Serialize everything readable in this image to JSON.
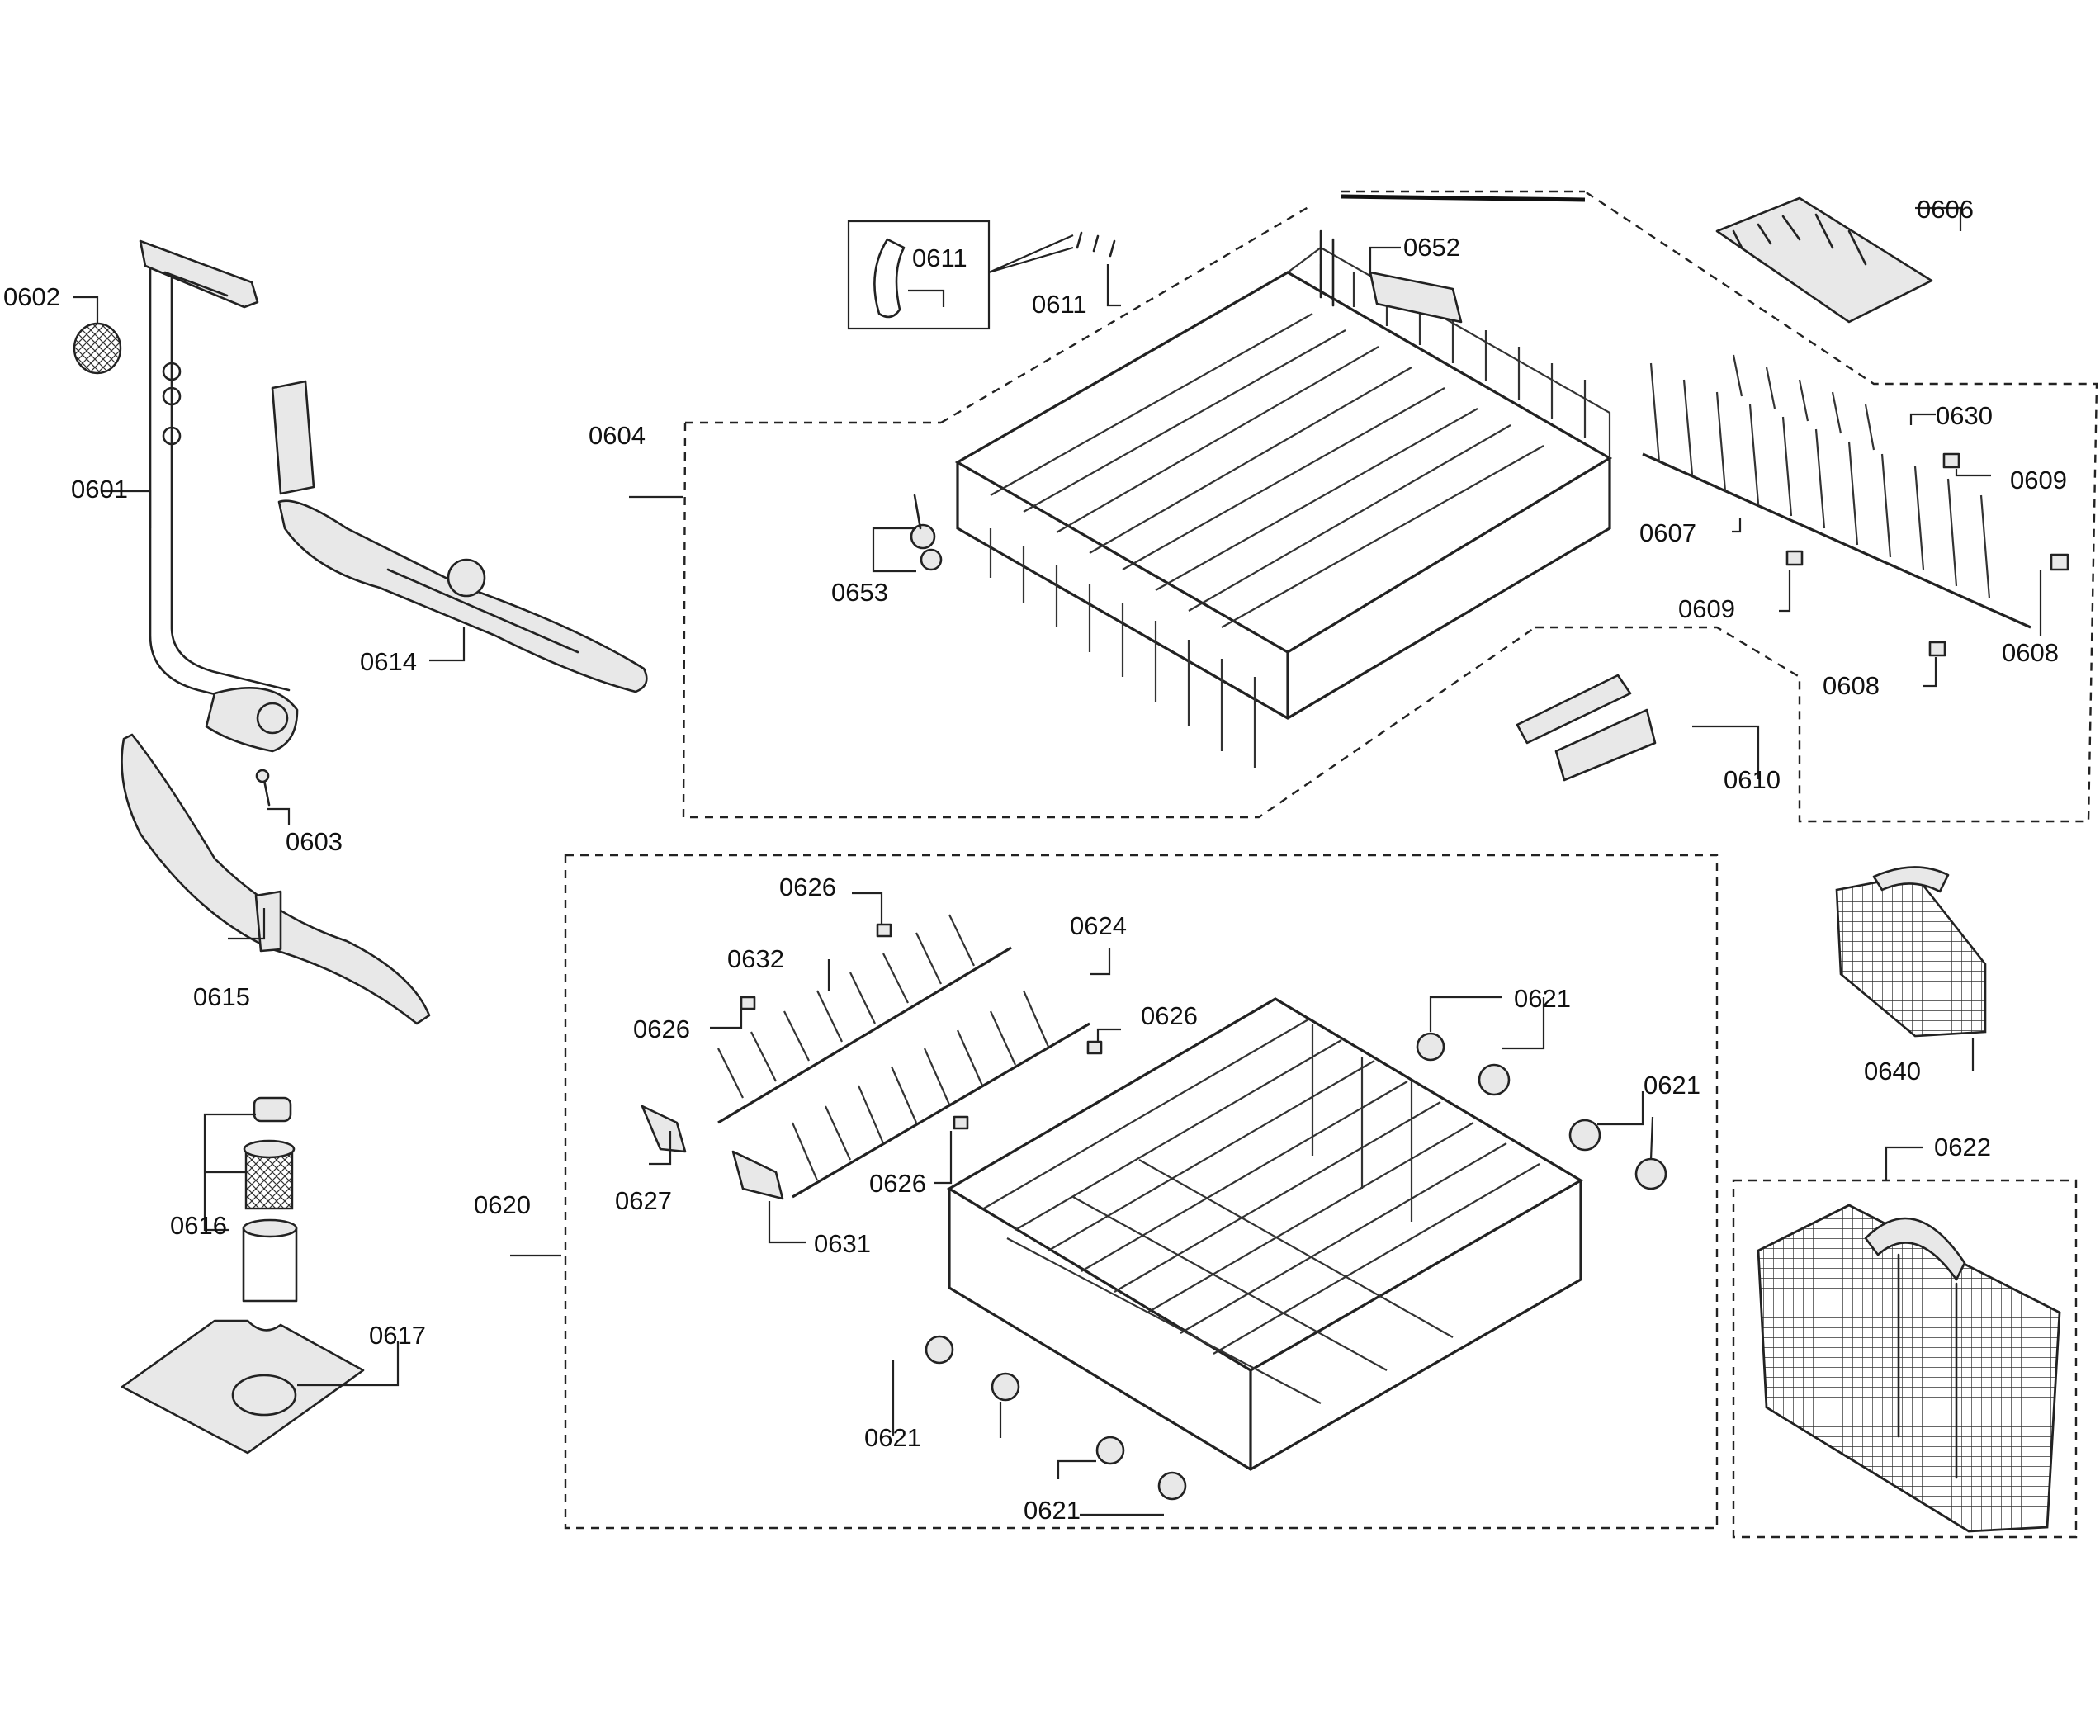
{
  "labels": {
    "p0601": "0601",
    "p0602": "0602",
    "p0603": "0603",
    "p0604": "0604",
    "p0606": "0606",
    "p0607": "0607",
    "p0608_a": "0608",
    "p0608_b": "0608",
    "p0609_a": "0609",
    "p0609_b": "0609",
    "p0610": "0610",
    "p0611_a": "0611",
    "p0611_b": "0611",
    "p0614": "0614",
    "p0615": "0615",
    "p0616": "0616",
    "p0617": "0617",
    "p0620": "0620",
    "p0621_a": "0621",
    "p0621_b": "0621",
    "p0621_c": "0621",
    "p0621_d": "0621",
    "p0622": "0622",
    "p0624": "0624",
    "p0626_a": "0626",
    "p0626_b": "0626",
    "p0626_c": "0626",
    "p0626_d": "0626",
    "p0627": "0627",
    "p0630": "0630",
    "p0631": "0631",
    "p0632": "0632",
    "p0640": "0640",
    "p0652": "0652",
    "p0653": "0653"
  }
}
